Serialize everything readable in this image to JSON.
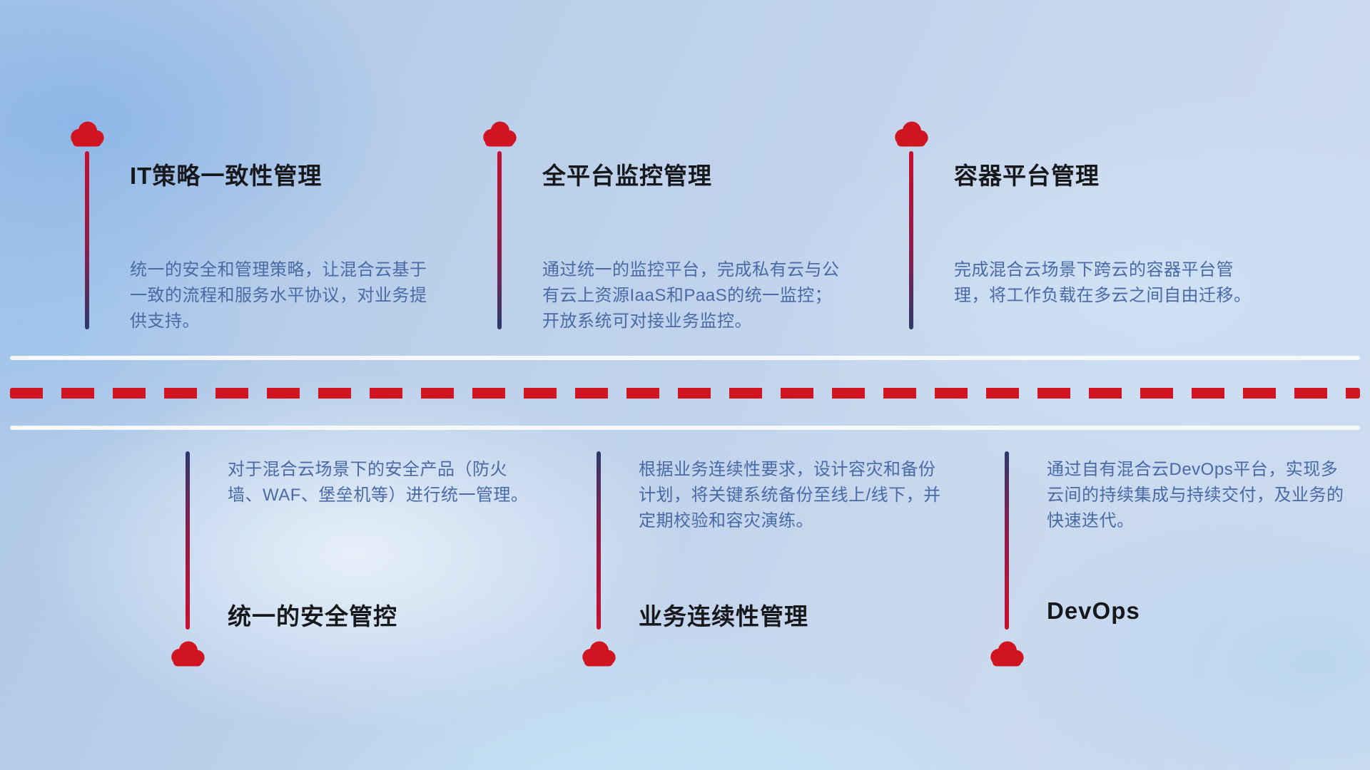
{
  "top_items": [
    {
      "icon": "cloud-icon",
      "title": "IT策略一致性管理",
      "desc": "统一的安全和管理策略，让混合云基于一致的流程和服务水平协议，对业务提供支持。"
    },
    {
      "icon": "cloud-icon",
      "title": "全平台监控管理",
      "desc": "通过统一的监控平台，完成私有云与公有云上资源IaaS和PaaS的统一监控；开放系统可对接业务监控。"
    },
    {
      "icon": "cloud-icon",
      "title": "容器平台管理",
      "desc": "完成混合云场景下跨云的容器平台管理，将工作负载在多云之间自由迁移。"
    }
  ],
  "bottom_items": [
    {
      "icon": "cloud-icon",
      "title": "统一的安全管控",
      "desc": "对于混合云场景下的安全产品（防火墙、WAF、堡垒机等）进行统一管理。"
    },
    {
      "icon": "cloud-icon",
      "title": "业务连续性管理",
      "desc": "根据业务连续性要求，设计容灾和备份计划，将关键系统备份至线上/线下，并定期校验和容灾演练。"
    },
    {
      "icon": "cloud-icon",
      "title": "DevOps",
      "desc": "通过自有混合云DevOps平台，实现多云间的持续集成与持续交付，及业务的快速迭代。"
    }
  ],
  "colors": {
    "accent_red": "#d11421",
    "connector_navy": "#2c3a6b",
    "description_blue": "#4a6aa5",
    "divider_white": "#f6f8fb",
    "title_dark": "#17181c"
  }
}
